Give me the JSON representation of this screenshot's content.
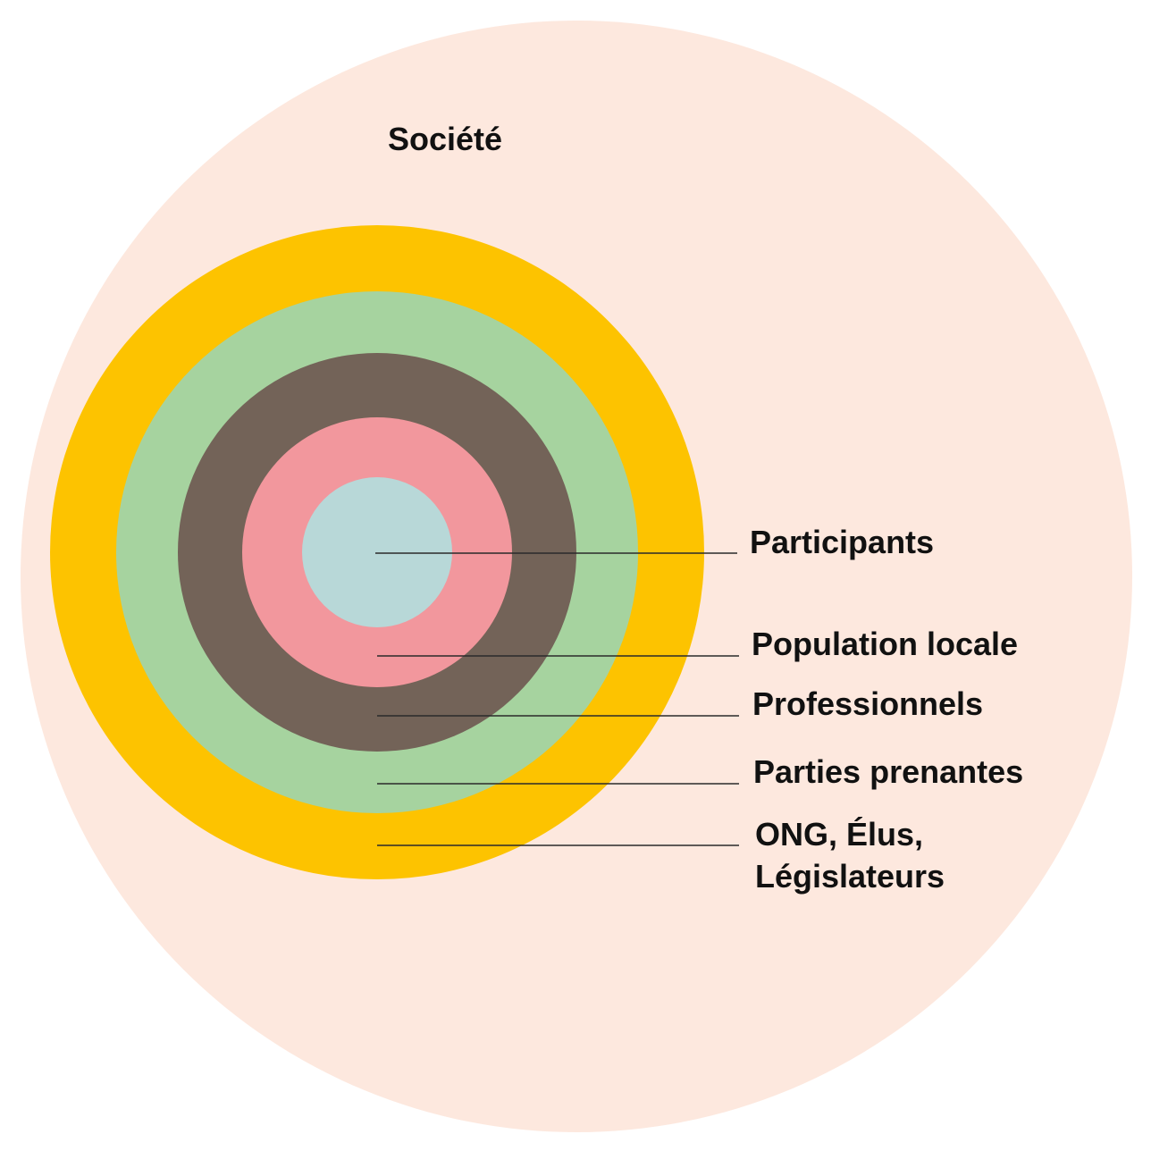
{
  "diagram": {
    "outer_label": "Société",
    "colors": {
      "society": "#fde8de",
      "ngo": "#fdc300",
      "stakeholders": "#a6d39f",
      "professionals": "#736358",
      "local_population": "#f2979d",
      "participants": "#b8d8d8"
    },
    "rings": {
      "participants": "Participants",
      "local_population": "Population locale",
      "professionals": "Professionnels",
      "stakeholders": "Parties prenantes",
      "ngo_line1": "ONG, Élus,",
      "ngo_line2": "Législateurs"
    }
  }
}
